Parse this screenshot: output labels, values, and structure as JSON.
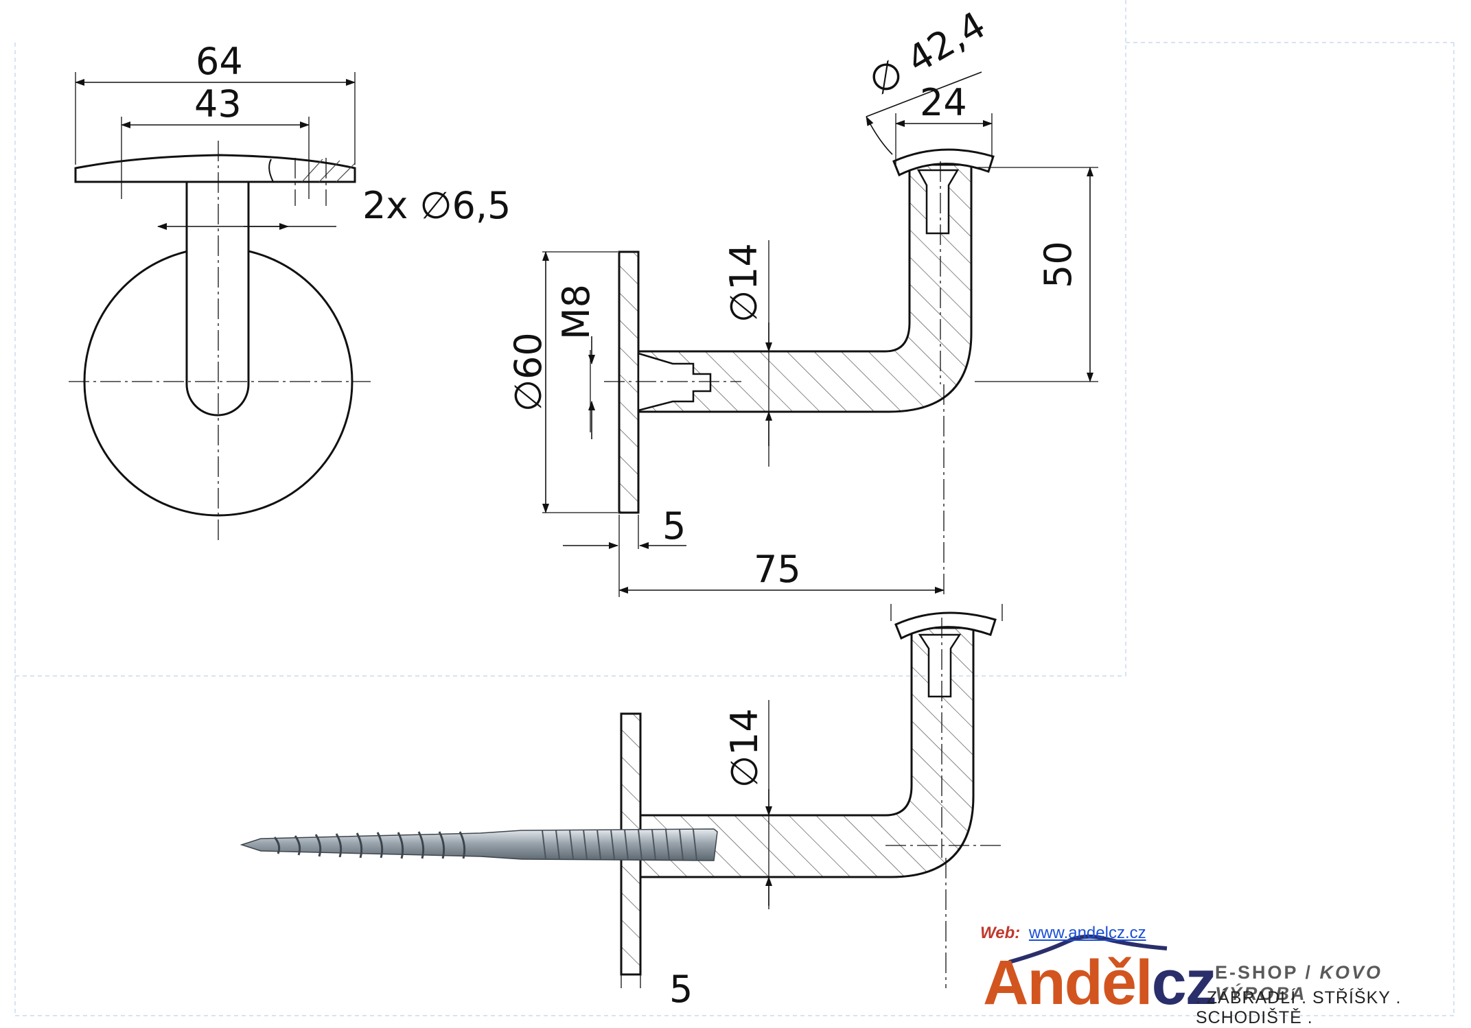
{
  "dimensions": {
    "width_64": "64",
    "width_43": "43",
    "holes": "2x ∅6,5",
    "diameter_42_4": "∅ 42,4",
    "width_24": "24",
    "height_50": "50",
    "thread_m8": "M8",
    "diameter_60": "∅60",
    "diameter_14_top": "∅14",
    "thickness_5": "5",
    "length_75": "75",
    "diameter_14_bottom": "∅14",
    "thickness_5_partial": "5"
  },
  "footer": {
    "web_label": "Web:",
    "web_url": "www.andelcz.cz",
    "logo_andel": "Anděl",
    "logo_cz": "cz",
    "tagline_eshop": "E-SHOP / ",
    "tagline_kovo": "KOVO VÝROBA",
    "tagline_services": ". ZÁBRADLÍ . STŘÍŠKY . SCHODIŠTĚ ."
  },
  "icons": {
    "screw": "wood-screw-icon",
    "logo_swoosh": "roof-swoosh-icon"
  },
  "colors": {
    "line": "#111111",
    "hatch": "#444444",
    "border": "#d7e3f2",
    "logo_orange": "#d2551f",
    "logo_navy": "#2a2f6b",
    "link_blue": "#1a4fd6",
    "web_label_red": "#c0392b"
  }
}
